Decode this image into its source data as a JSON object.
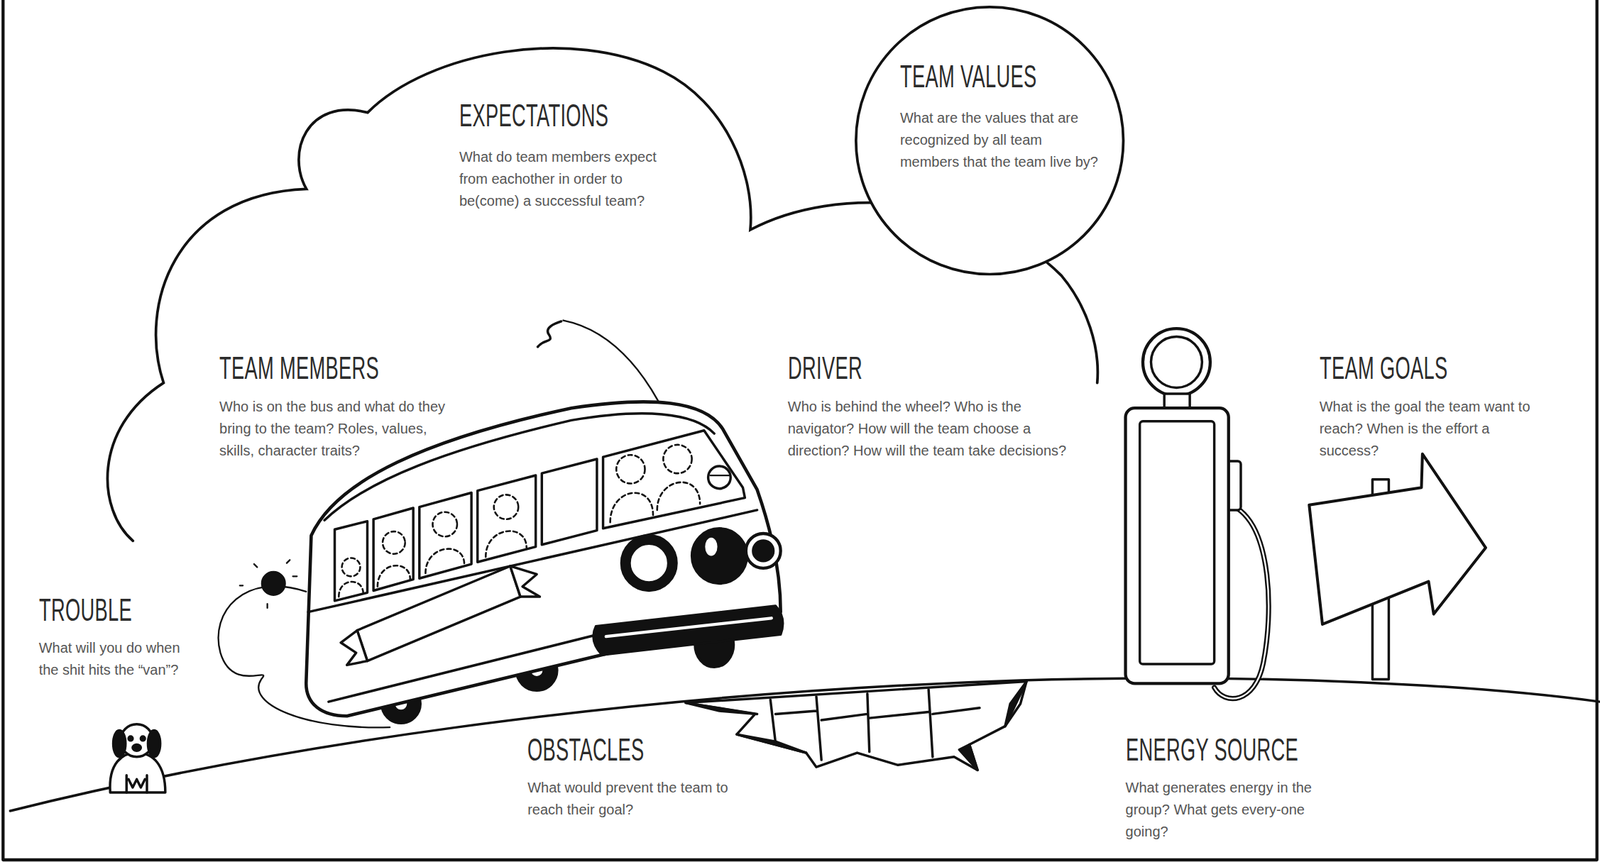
{
  "diagram": {
    "nodes": [
      {
        "text": [
          "EXPECTATIONS",
          "What do team members expect from eachother in order to be(come) a successful team?"
        ]
      },
      {
        "text": [
          "TEAM VALUES",
          "What are the values that are recognized by all team members that the team live by?"
        ]
      }
    ],
    "labels": [
      "TEAM MEMBERS",
      "Who is on the bus and what do they bring to the team? Roles, values, skills, character traits?",
      "DRIVER",
      "Who is behind the wheel? Who is the navigator? How will the team choose a direction? How will the team take decisions?",
      "TEAM GOALS",
      "What is the goal the team want to reach? When is the effort a success?",
      "TROUBLE",
      "What will you do when the shit hits the “van”?",
      "OBSTACLES",
      "What would prevent the team to reach their goal?",
      "ENERGY SOURCE",
      "What generates energy in the group? What gets every-one going?"
    ]
  }
}
